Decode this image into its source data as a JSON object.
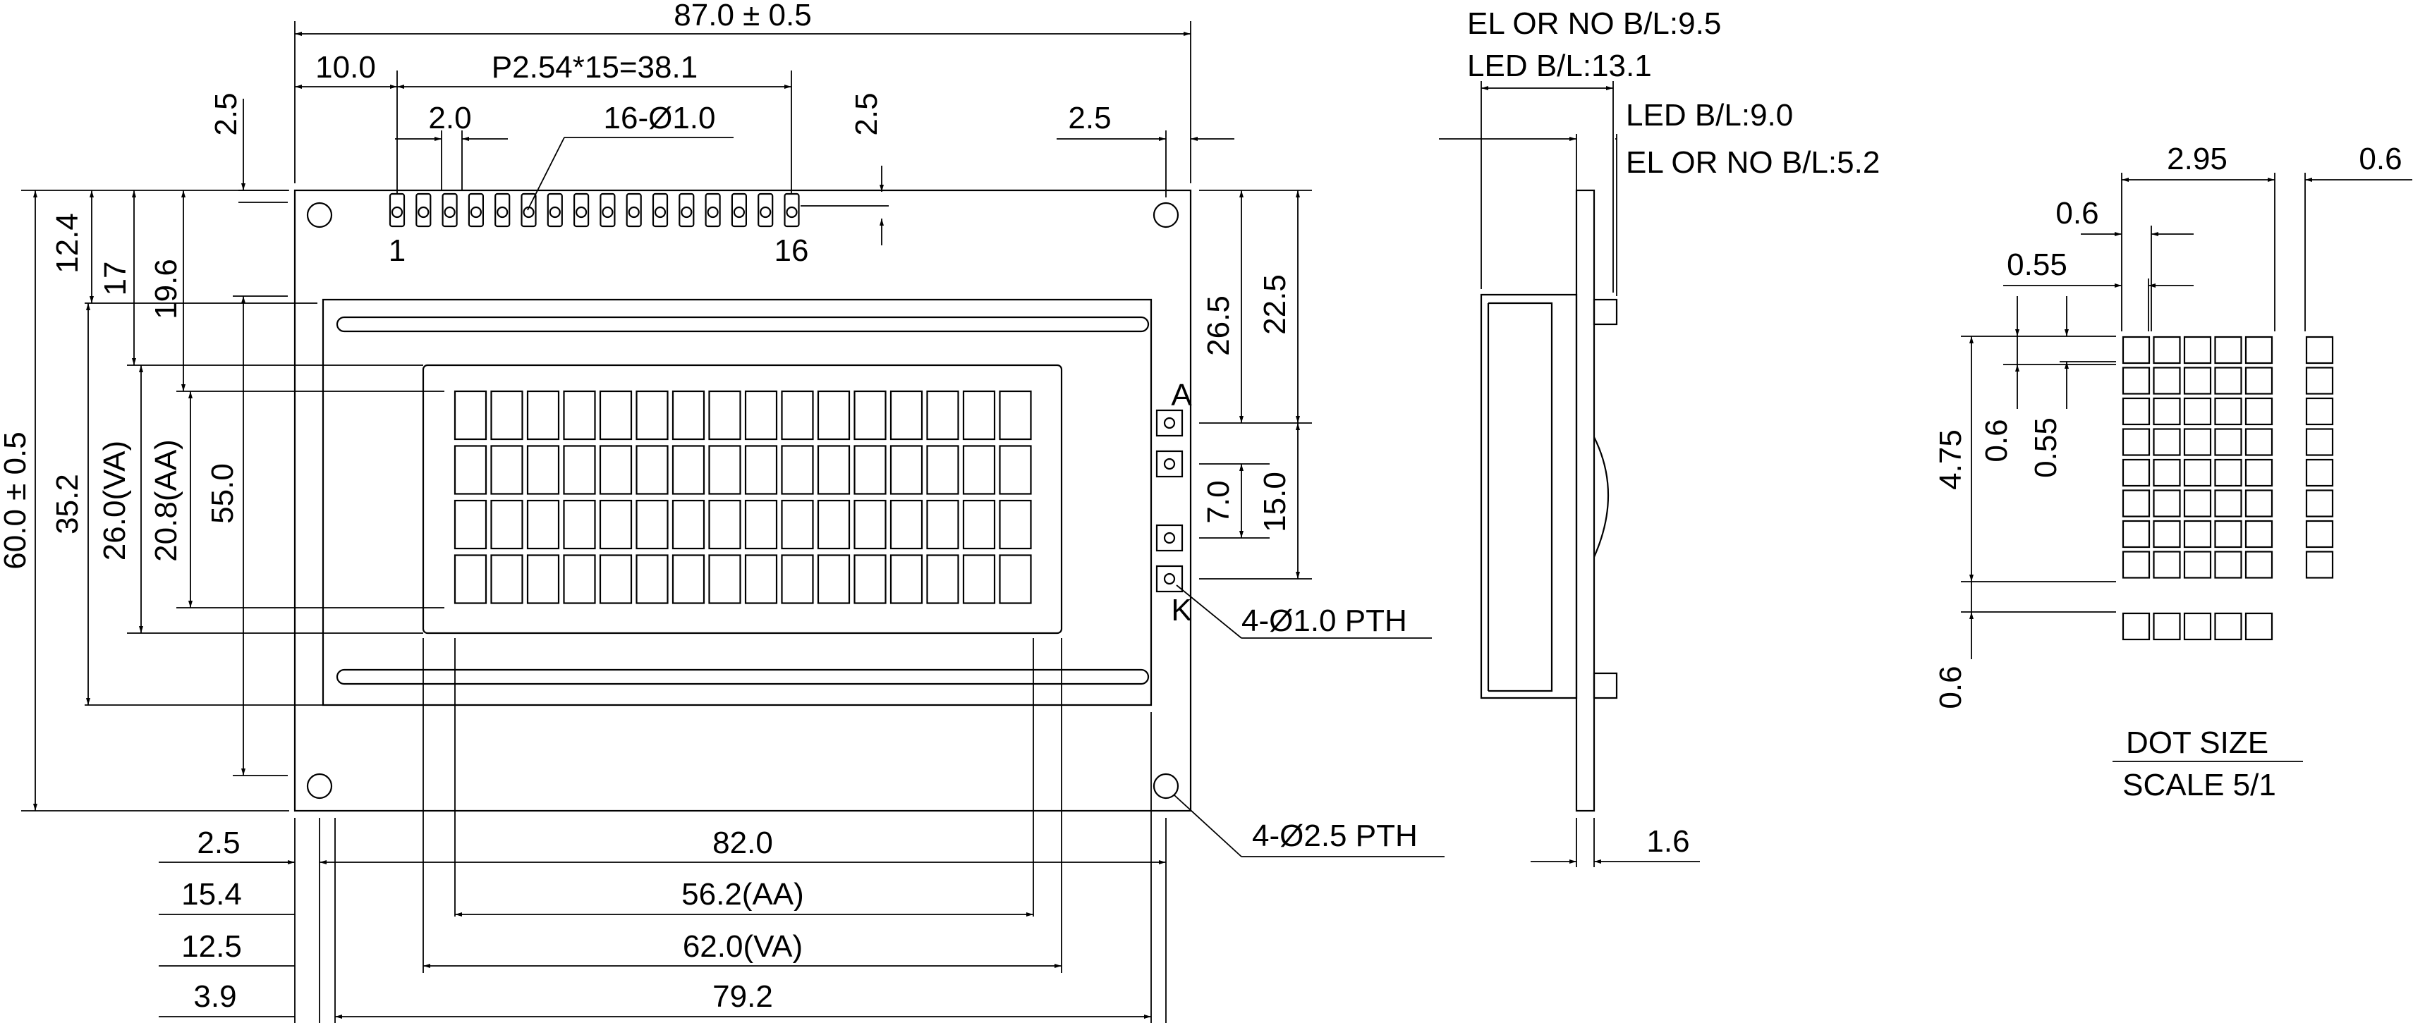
{
  "front": {
    "overall_width": "87.0 ± 0.5",
    "pin_offset": "10.0",
    "pin_pitch": "P2.54*15=38.1",
    "pin_top": "2.5",
    "pin_gap": "2.0",
    "pin_holes": "16-Ø1.0",
    "pin_top_right": "2.5",
    "pin_first": "1",
    "pin_last": "16",
    "right_margin": "2.5",
    "overall_height": "60.0 ± 0.5",
    "left_12_4": "12.4",
    "left_17": "17",
    "left_19_6": "19.6",
    "va_h": "26.0(VA)",
    "aa_h": "20.8(AA)",
    "h_35_2": "35.2",
    "h_55": "55.0",
    "r_26_5": "26.5",
    "r_22_5": "22.5",
    "r_7": "7.0",
    "r_15": "15.0",
    "anode": "A",
    "cathode": "K",
    "led_holes": "4-Ø1.0 PTH",
    "mount_holes": "4-Ø2.5 PTH",
    "b_2_5": "2.5",
    "b_82": "82.0",
    "b_15_4": "15.4",
    "b_aa": "56.2(AA)",
    "b_12_5": "12.5",
    "b_va": "62.0(VA)",
    "b_3_9": "3.9",
    "b_79_2": "79.2"
  },
  "side": {
    "el_total": "EL OR NO B/L:9.5",
    "led_total": "LED B/L:13.1",
    "led_module": "LED B/L:9.0",
    "el_module": "EL OR NO B/L:5.2",
    "pcb": "1.6"
  },
  "dot": {
    "w_2_95": "2.95",
    "gap_0_6": "0.6",
    "dot_0_6": "0.6",
    "dot_0_55": "0.55",
    "h_4_75": "4.75",
    "v_0_6": "0.6",
    "v_0_55": "0.55",
    "cursor_0_6": "0.6",
    "title": "DOT SIZE",
    "scale": "SCALE 5/1"
  }
}
